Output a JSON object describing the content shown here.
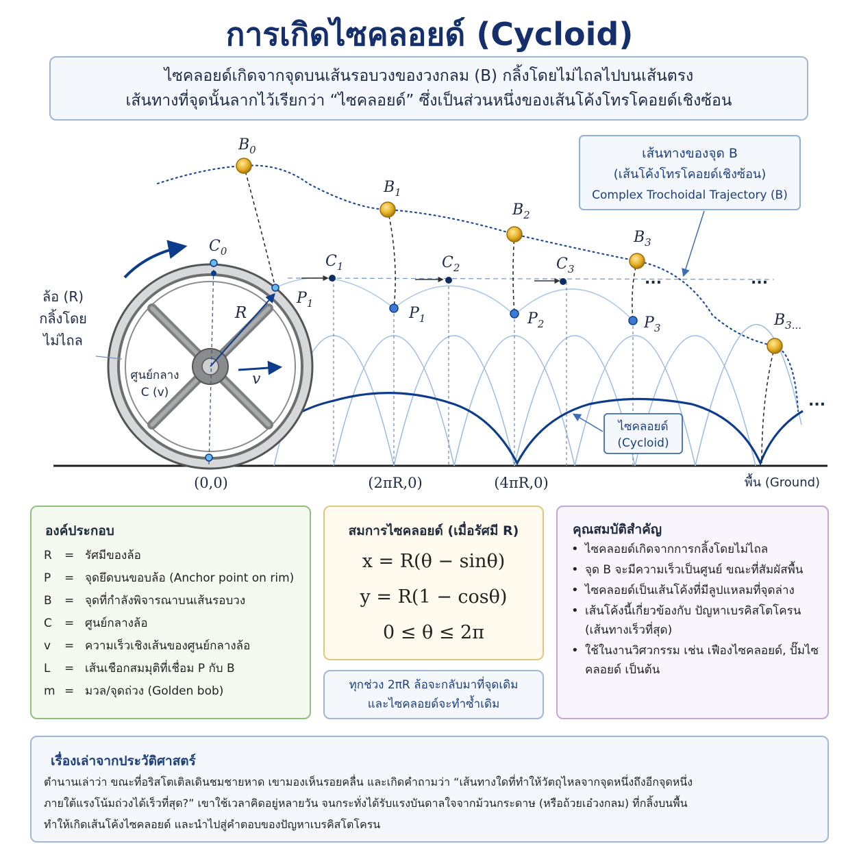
{
  "title": "การเกิดไซคลอยด์ (Cycloid)",
  "intro": {
    "line1": "ไซคลอยด์เกิดจากจุดบนเส้นรอบวงของวงกลม (B) กลิ้งโดยไม่ไถลไปบนเส้นตรง",
    "line2": "เส้นทางที่จุดนั้นลากไว้เรียกว่า “ไซคลอยด์” ซึ่งเป็นส่วนหนึ่งของเส้นโค้งโทรโคอยด์เชิงซ้อน"
  },
  "diagram": {
    "wheel_label": [
      "ล้อ (R)",
      "กลิ้งโดย",
      "ไม่ไถล"
    ],
    "center_label": [
      "ศูนย์กลาง",
      "C (v)"
    ],
    "radius_label": "R",
    "velocity_label": "v",
    "c_labels": [
      {
        "base": "C",
        "sub": "0"
      },
      {
        "base": "C",
        "sub": "1"
      },
      {
        "base": "C",
        "sub": "2"
      },
      {
        "base": "C",
        "sub": "3"
      }
    ],
    "p_labels": [
      {
        "base": "P",
        "sub": "1"
      },
      {
        "base": "P",
        "sub": "1"
      },
      {
        "base": "P",
        "sub": "2"
      },
      {
        "base": "P",
        "sub": "3"
      }
    ],
    "b_labels": [
      {
        "base": "B",
        "sub": "0"
      },
      {
        "base": "B",
        "sub": "1"
      },
      {
        "base": "B",
        "sub": "2"
      },
      {
        "base": "B",
        "sub": "3"
      },
      {
        "base": "B",
        "sub": "3..."
      }
    ],
    "ellipsis": "...",
    "trajectory_box": [
      "เส้นทางของจุด B",
      "(เส้นโค้งโทรโคอยด์เชิงซ้อน)",
      "Complex Trochoidal Trajectory (B)"
    ],
    "cycloid_box": [
      "ไซคลอยด์",
      "(Cycloid)"
    ],
    "x_labels": [
      "(0,0)",
      "(2πR,0)",
      "(4πR,0)"
    ],
    "ground_label": "พื้น (Ground)",
    "colors": {
      "cycloid": "#0d3c8c",
      "guide": "#8fb0d9",
      "bob": "#e8b227",
      "wheel": "#6d6e70"
    }
  },
  "components": {
    "heading": "องค์ประกอบ",
    "items": [
      {
        "sym": "R",
        "eq": "=",
        "desc": "รัศมีของล้อ"
      },
      {
        "sym": "P",
        "eq": "=",
        "desc": "จุดยึดบนขอบล้อ (Anchor point on rim)"
      },
      {
        "sym": "B",
        "eq": "=",
        "desc": "จุดที่กำลังพิจารณาบนเส้นรอบวง"
      },
      {
        "sym": "C",
        "eq": "=",
        "desc": "ศูนย์กลางล้อ"
      },
      {
        "sym": "v",
        "eq": "=",
        "desc": "ความเร็วเชิงเส้นของศูนย์กลางล้อ"
      },
      {
        "sym": "L",
        "eq": "=",
        "desc": "เส้นเชือกสมมุติที่เชื่อม P กับ B"
      },
      {
        "sym": "m",
        "eq": "=",
        "desc": "มวล/จุดถ่วง (Golden bob)"
      }
    ]
  },
  "equations": {
    "heading": "สมการไซคลอยด์ (เมื่อรัศมี R)",
    "x": "x = R(θ − sinθ)",
    "y": "y = R(1 − cosθ)",
    "range": "0 ≤ θ ≤ 2π"
  },
  "note": {
    "line1": "ทุกช่วง 2πR ล้อจะกลับมาที่จุดเดิม",
    "line2": "และไซคลอยด์จะทำซ้ำเดิม"
  },
  "properties": {
    "heading": "คุณสมบัติสำคัญ",
    "items": [
      "ไซคลอยด์เกิดจากการกลิ้งโดยไม่ไถล",
      "จุด B จะมีความเร็วเป็นศูนย์ ขณะที่สัมผัสพื้น",
      "ไซคลอยด์เป็นเส้นโค้งที่มีลูปแหลมที่จุดล่าง",
      "เส้นโค้งนี้เกี่ยวข้องกับ ปัญหาเบรคิสโตโครน (เส้นทางเร็วที่สุด)",
      "ใช้ในงานวิศวกรรม เช่น เฟืองไซคลอยด์, ปั๊มไซคลอยด์ เป็นต้น"
    ]
  },
  "history": {
    "heading": "เรื่องเล่าจากประวัติศาสตร์",
    "line1": "ตำนานเล่าว่า ขณะที่อริสโตเติลเดินชมชายหาด เขามองเห็นรอยคลื่น และเกิดคำถามว่า “เส้นทางใดที่ทำให้วัตถุไหลจากจุดหนึ่งถึงอีกจุดหนึ่ง",
    "line2": "ภายใต้แรงโน้มถ่วงได้เร็วที่สุด?” เขาใช้เวลาคิดอยู่หลายวัน จนกระทั่งได้รับแรงบันดาลใจจากม้วนกระดาษ (หรือถ้วยเอ๋วงกลม) ที่กลิ้งบนพื้น",
    "line3": "ทำให้เกิดเส้นโค้งไซคลอยด์ และนำไปสู่คำตอบของปัญหาเบรคิสโตโครน"
  }
}
